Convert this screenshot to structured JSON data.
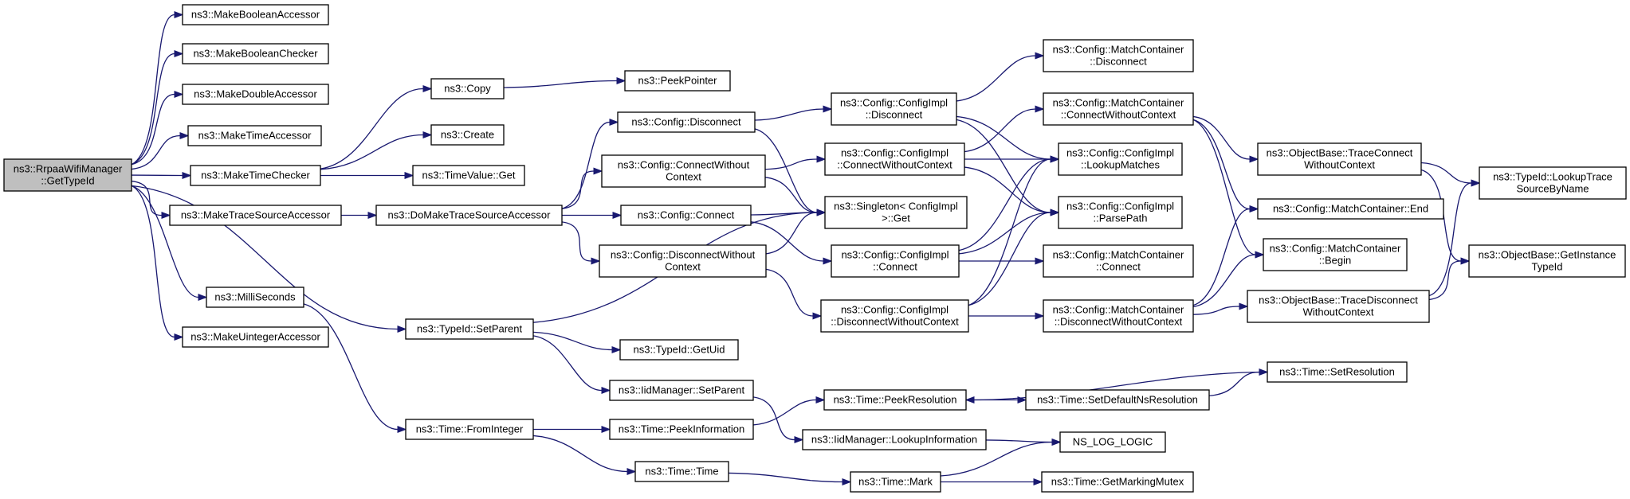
{
  "nodes": [
    {
      "id": "root",
      "lines": [
        "ns3::RrpaaWifiManager",
        "::GetTypeId"
      ],
      "root": true
    },
    {
      "id": "mkBoolAcc",
      "lines": [
        "ns3::MakeBooleanAccessor"
      ]
    },
    {
      "id": "mkBoolChk",
      "lines": [
        "ns3::MakeBooleanChecker"
      ]
    },
    {
      "id": "mkDblAcc",
      "lines": [
        "ns3::MakeDoubleAccessor"
      ]
    },
    {
      "id": "mkTimeAcc",
      "lines": [
        "ns3::MakeTimeAccessor"
      ]
    },
    {
      "id": "mkTimeChk",
      "lines": [
        "ns3::MakeTimeChecker"
      ]
    },
    {
      "id": "mkTraceSrc",
      "lines": [
        "ns3::MakeTraceSourceAccessor"
      ]
    },
    {
      "id": "milli",
      "lines": [
        "ns3::MilliSeconds"
      ]
    },
    {
      "id": "mkUintAcc",
      "lines": [
        "ns3::MakeUintegerAccessor"
      ]
    },
    {
      "id": "copy",
      "lines": [
        "ns3::Copy"
      ]
    },
    {
      "id": "create",
      "lines": [
        "ns3::Create"
      ]
    },
    {
      "id": "tvGet",
      "lines": [
        "ns3::TimeValue::Get"
      ]
    },
    {
      "id": "peekPtr",
      "lines": [
        "ns3::PeekPointer"
      ]
    },
    {
      "id": "doMkTrace",
      "lines": [
        "ns3::DoMakeTraceSourceAccessor"
      ]
    },
    {
      "id": "setParent",
      "lines": [
        "ns3::TypeId::SetParent"
      ]
    },
    {
      "id": "fromInt",
      "lines": [
        "ns3::Time::FromInteger"
      ]
    },
    {
      "id": "cfgDisc",
      "lines": [
        "ns3::Config::Disconnect"
      ]
    },
    {
      "id": "cfgConnWo",
      "lines": [
        "ns3::Config::ConnectWithout",
        "Context"
      ]
    },
    {
      "id": "cfgConn",
      "lines": [
        "ns3::Config::Connect"
      ]
    },
    {
      "id": "cfgDiscWo",
      "lines": [
        "ns3::Config::DisconnectWithout",
        "Context"
      ]
    },
    {
      "id": "getUid",
      "lines": [
        "ns3::TypeId::GetUid"
      ]
    },
    {
      "id": "iidSetParent",
      "lines": [
        "ns3::IidManager::SetParent"
      ]
    },
    {
      "id": "peekInfo",
      "lines": [
        "ns3::Time::PeekInformation"
      ]
    },
    {
      "id": "timeTime",
      "lines": [
        "ns3::Time::Time"
      ]
    },
    {
      "id": "ciDisc",
      "lines": [
        "ns3::Config::ConfigImpl",
        "::Disconnect"
      ]
    },
    {
      "id": "ciConnWo",
      "lines": [
        "ns3::Config::ConfigImpl",
        "::ConnectWithoutContext"
      ]
    },
    {
      "id": "singleton",
      "lines": [
        "ns3::Singleton< ConfigImpl",
        ">::Get"
      ]
    },
    {
      "id": "ciConn",
      "lines": [
        "ns3::Config::ConfigImpl",
        "::Connect"
      ]
    },
    {
      "id": "ciDiscWo",
      "lines": [
        "ns3::Config::ConfigImpl",
        "::DisconnectWithoutContext"
      ]
    },
    {
      "id": "peekRes",
      "lines": [
        "ns3::Time::PeekResolution"
      ]
    },
    {
      "id": "iidLookup",
      "lines": [
        "ns3::IidManager::LookupInformation"
      ]
    },
    {
      "id": "mark",
      "lines": [
        "ns3::Time::Mark"
      ]
    },
    {
      "id": "mcDisc",
      "lines": [
        "ns3::Config::MatchContainer",
        "::Disconnect"
      ]
    },
    {
      "id": "mcConnWo",
      "lines": [
        "ns3::Config::MatchContainer",
        "::ConnectWithoutContext"
      ]
    },
    {
      "id": "ciLookup",
      "lines": [
        "ns3::Config::ConfigImpl",
        "::LookupMatches"
      ]
    },
    {
      "id": "ciParse",
      "lines": [
        "ns3::Config::ConfigImpl",
        "::ParsePath"
      ]
    },
    {
      "id": "mcConn",
      "lines": [
        "ns3::Config::MatchContainer",
        "::Connect"
      ]
    },
    {
      "id": "mcDiscWo",
      "lines": [
        "ns3::Config::MatchContainer",
        "::DisconnectWithoutContext"
      ]
    },
    {
      "id": "setDefNs",
      "lines": [
        "ns3::Time::SetDefaultNsResolution"
      ]
    },
    {
      "id": "nsLog",
      "lines": [
        "NS_LOG_LOGIC"
      ]
    },
    {
      "id": "getMarkMutex",
      "lines": [
        "ns3::Time::GetMarkingMutex"
      ]
    },
    {
      "id": "setRes",
      "lines": [
        "ns3::Time::SetResolution"
      ]
    },
    {
      "id": "obTraceConn",
      "lines": [
        "ns3::ObjectBase::TraceConnect",
        "WithoutContext"
      ]
    },
    {
      "id": "mcEnd",
      "lines": [
        "ns3::Config::MatchContainer::End"
      ]
    },
    {
      "id": "mcBegin",
      "lines": [
        "ns3::Config::MatchContainer",
        "::Begin"
      ]
    },
    {
      "id": "obTraceDisc",
      "lines": [
        "ns3::ObjectBase::TraceDisconnect",
        "WithoutContext"
      ]
    },
    {
      "id": "lookupTrace",
      "lines": [
        "ns3::TypeId::LookupTrace",
        "SourceByName"
      ]
    },
    {
      "id": "getInstTid",
      "lines": [
        "ns3::ObjectBase::GetInstance",
        "TypeId"
      ]
    }
  ],
  "edges": [
    [
      "root",
      "mkBoolAcc"
    ],
    [
      "root",
      "mkBoolChk"
    ],
    [
      "root",
      "mkDblAcc"
    ],
    [
      "root",
      "mkTimeAcc"
    ],
    [
      "root",
      "mkTimeChk"
    ],
    [
      "root",
      "mkTraceSrc"
    ],
    [
      "root",
      "milli"
    ],
    [
      "root",
      "mkUintAcc"
    ],
    [
      "root",
      "setParent"
    ],
    [
      "mkTimeChk",
      "copy"
    ],
    [
      "mkTimeChk",
      "create"
    ],
    [
      "mkTimeChk",
      "tvGet"
    ],
    [
      "copy",
      "peekPtr"
    ],
    [
      "mkTraceSrc",
      "doMkTrace"
    ],
    [
      "doMkTrace",
      "cfgDisc"
    ],
    [
      "doMkTrace",
      "cfgConnWo"
    ],
    [
      "doMkTrace",
      "cfgConn"
    ],
    [
      "doMkTrace",
      "cfgDiscWo"
    ],
    [
      "milli",
      "fromInt"
    ],
    [
      "setParent",
      "getUid"
    ],
    [
      "setParent",
      "iidSetParent"
    ],
    [
      "setParent",
      "singleton"
    ],
    [
      "fromInt",
      "peekInfo"
    ],
    [
      "fromInt",
      "timeTime"
    ],
    [
      "cfgDisc",
      "ciDisc"
    ],
    [
      "cfgDisc",
      "singleton"
    ],
    [
      "cfgConnWo",
      "ciConnWo"
    ],
    [
      "cfgConnWo",
      "singleton"
    ],
    [
      "cfgConn",
      "ciConn"
    ],
    [
      "cfgConn",
      "singleton"
    ],
    [
      "cfgDiscWo",
      "ciDiscWo"
    ],
    [
      "cfgDiscWo",
      "singleton"
    ],
    [
      "iidSetParent",
      "iidLookup"
    ],
    [
      "peekInfo",
      "peekRes"
    ],
    [
      "timeTime",
      "mark"
    ],
    [
      "ciDisc",
      "mcDisc"
    ],
    [
      "ciDisc",
      "ciLookup"
    ],
    [
      "ciDisc",
      "ciParse"
    ],
    [
      "ciConnWo",
      "mcConnWo"
    ],
    [
      "ciConnWo",
      "ciLookup"
    ],
    [
      "ciConnWo",
      "ciParse"
    ],
    [
      "ciConn",
      "mcConn"
    ],
    [
      "ciConn",
      "ciLookup"
    ],
    [
      "ciConn",
      "ciParse"
    ],
    [
      "ciDiscWo",
      "mcDiscWo"
    ],
    [
      "ciDiscWo",
      "ciLookup"
    ],
    [
      "ciDiscWo",
      "ciParse"
    ],
    [
      "mcConnWo",
      "obTraceConn"
    ],
    [
      "mcConnWo",
      "mcEnd"
    ],
    [
      "mcConnWo",
      "mcBegin"
    ],
    [
      "mcDiscWo",
      "obTraceDisc"
    ],
    [
      "mcDiscWo",
      "mcEnd"
    ],
    [
      "mcDiscWo",
      "mcBegin"
    ],
    [
      "peekRes",
      "setDefNs"
    ],
    [
      "setDefNs",
      "setRes"
    ],
    [
      "setRes",
      "peekRes"
    ],
    [
      "iidLookup",
      "nsLog"
    ],
    [
      "mark",
      "nsLog"
    ],
    [
      "mark",
      "getMarkMutex"
    ],
    [
      "obTraceConn",
      "lookupTrace"
    ],
    [
      "obTraceConn",
      "getInstTid"
    ],
    [
      "obTraceDisc",
      "lookupTrace"
    ],
    [
      "obTraceDisc",
      "getInstTid"
    ]
  ]
}
